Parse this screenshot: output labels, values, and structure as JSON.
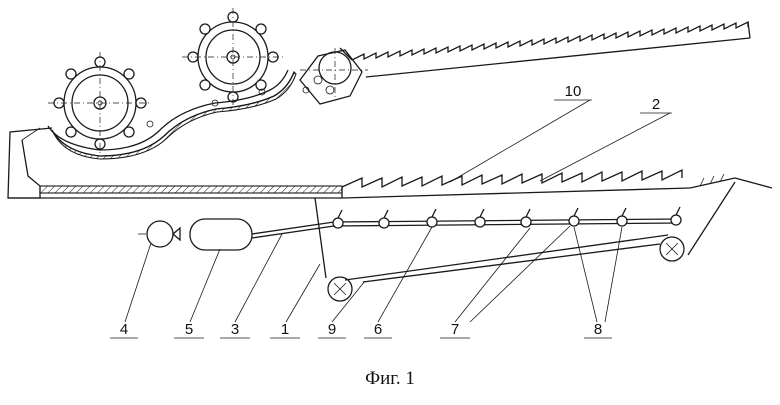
{
  "caption": "Фиг. 1",
  "labels": {
    "l1": "1",
    "l2": "2",
    "l3": "3",
    "l4": "4",
    "l5": "5",
    "l6": "6",
    "l7": "7",
    "l8": "8",
    "l9": "9",
    "l10": "10"
  }
}
